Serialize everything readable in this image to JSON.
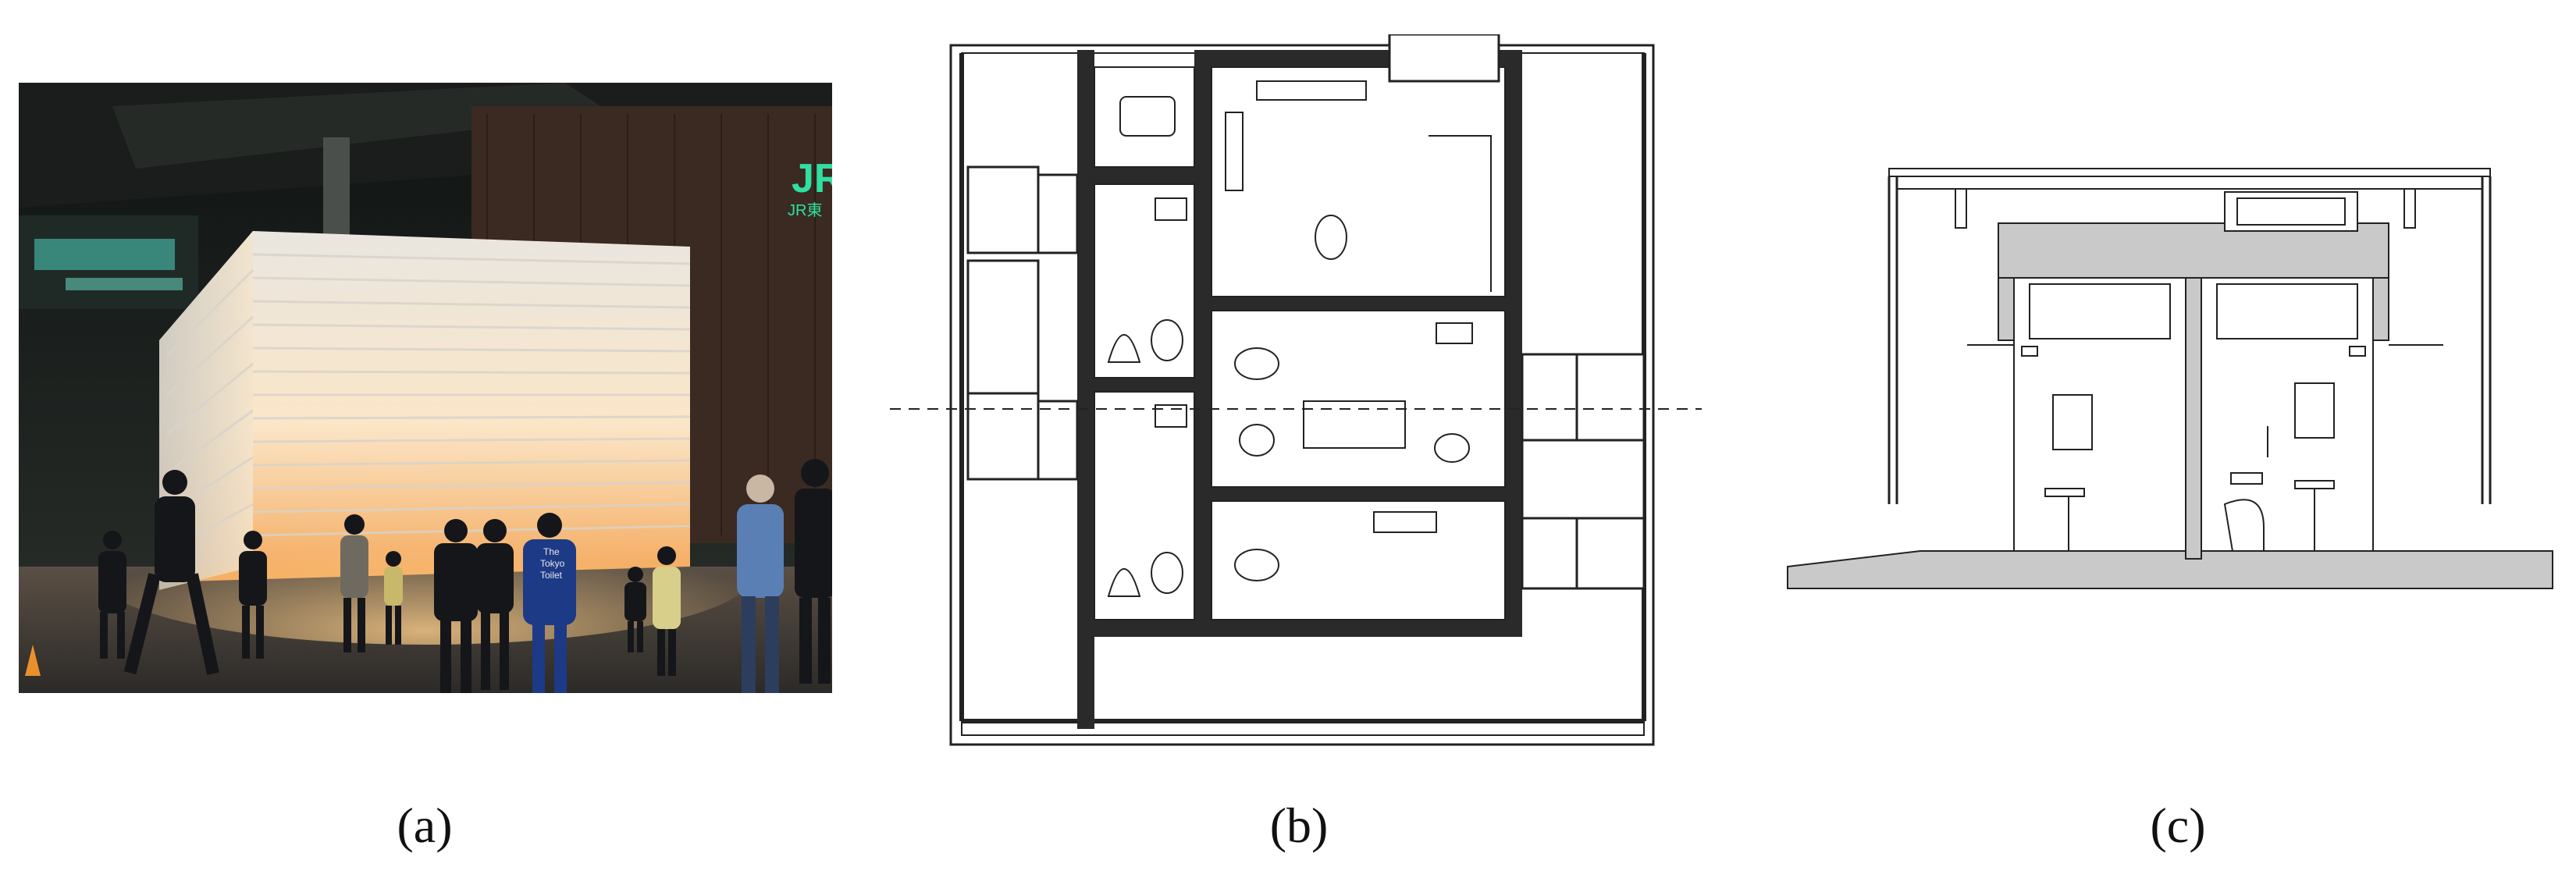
{
  "figure": {
    "panels": [
      {
        "id": "a",
        "label": "(a)",
        "content": "photograph"
      },
      {
        "id": "b",
        "label": "(b)",
        "content": "floor-plan"
      },
      {
        "id": "c",
        "label": "(c)",
        "content": "section"
      }
    ]
  },
  "photo": {
    "sign_text": "JR",
    "sign_subtext": "JR東",
    "jacket_text": [
      "The",
      "Tokyo",
      "Toilet"
    ],
    "colors": {
      "sky": "#1b2120",
      "building": "#2e2b22",
      "pavilion_light": "#fff4df",
      "pavilion_glow": "#f6b76d",
      "ground": "#3a3734",
      "sign": "#2fe0a0"
    }
  },
  "plan": {
    "colors": {
      "wall": "#2a2a2a",
      "line": "#222222",
      "fill": "#ffffff"
    }
  },
  "section": {
    "colors": {
      "cut": "#c9c9c9",
      "line": "#222222"
    }
  }
}
